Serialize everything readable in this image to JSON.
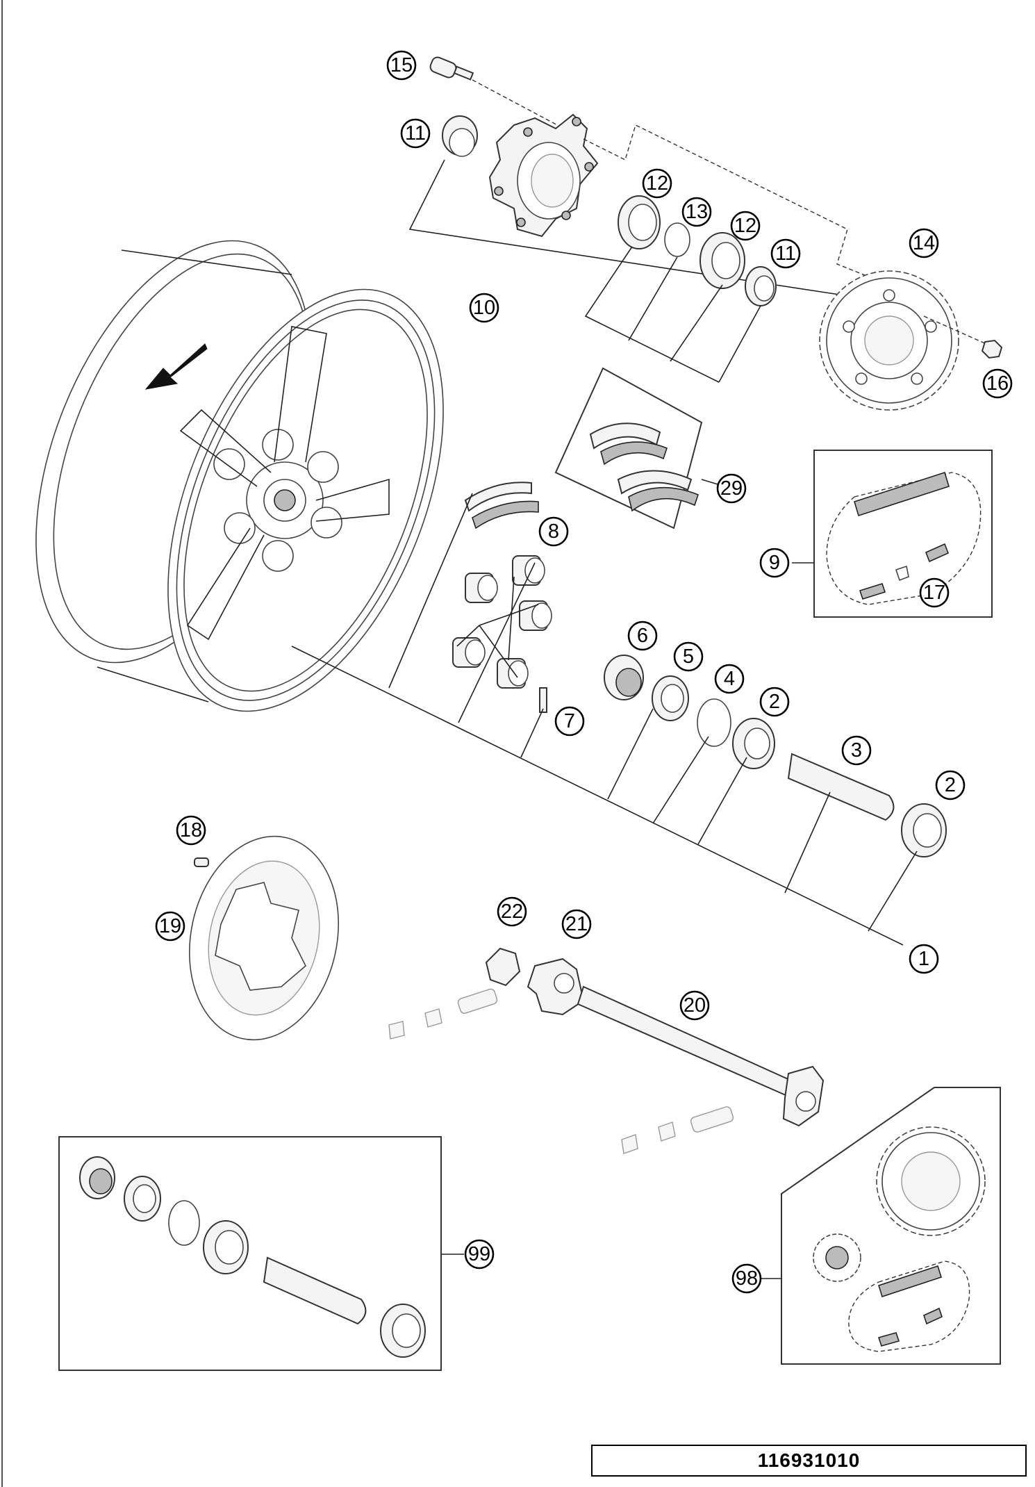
{
  "drawing_number": "116931010",
  "callouts": [
    "1",
    "2",
    "2",
    "3",
    "4",
    "5",
    "6",
    "7",
    "8",
    "9",
    "10",
    "11",
    "11",
    "12",
    "12",
    "13",
    "14",
    "15",
    "16",
    "17",
    "18",
    "19",
    "20",
    "21",
    "22",
    "29",
    "98",
    "99"
  ]
}
